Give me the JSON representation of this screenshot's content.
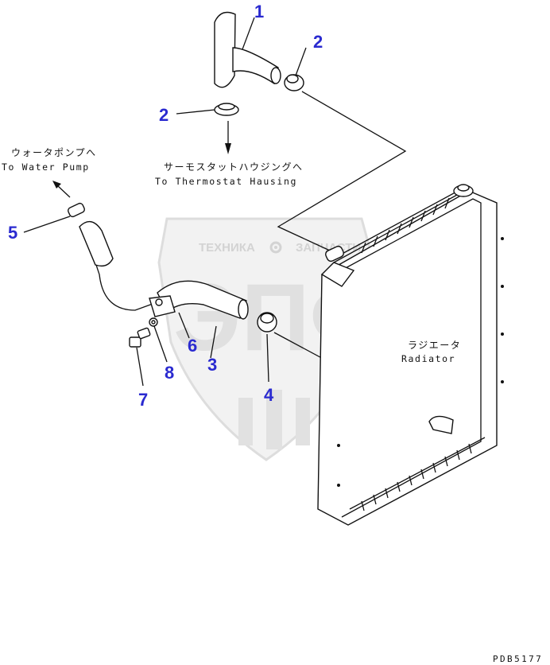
{
  "callouts": [
    {
      "id": "1",
      "label": "1"
    },
    {
      "id": "2a",
      "label": "2"
    },
    {
      "id": "2b",
      "label": "2"
    },
    {
      "id": "3",
      "label": "3"
    },
    {
      "id": "4",
      "label": "4"
    },
    {
      "id": "5",
      "label": "5"
    },
    {
      "id": "6",
      "label": "6"
    },
    {
      "id": "7",
      "label": "7"
    },
    {
      "id": "8",
      "label": "8"
    }
  ],
  "labels": {
    "water_pump_jp": "ウォータポンプへ",
    "water_pump_en": "To Water Pump",
    "thermostat_jp": "サーモスタットハウジングへ",
    "thermostat_en": "To Thermostat Hausing",
    "radiator_jp": "ラジエータ",
    "radiator_en": "Radiator"
  },
  "watermark": {
    "left_word": "ТЕХНИКА",
    "right_word": "ЗАПЧАСТИ",
    "monogram": "ЭПФ"
  },
  "drawing_code": "PDB5177",
  "colors": {
    "callout": "#2a2ad0",
    "line": "#111111",
    "watermark": "#d8d8d8"
  }
}
